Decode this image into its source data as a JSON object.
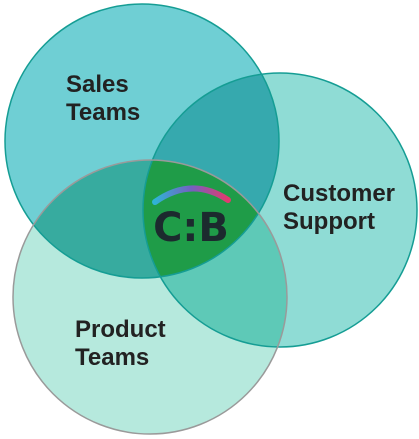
{
  "diagram": {
    "type": "venn",
    "sets": [
      {
        "id": "sales",
        "label_lines": [
          "Sales",
          "Teams"
        ],
        "fill": "#6fcfd4",
        "stroke": "#159d94"
      },
      {
        "id": "customer",
        "label_lines": [
          "Customer",
          "Support"
        ],
        "fill": "#8fdcd5",
        "stroke": "#159d94"
      },
      {
        "id": "product",
        "label_lines": [
          "Product",
          "Teams"
        ],
        "fill": "#b6e9dd",
        "stroke": "#9a9a9a"
      }
    ],
    "overlaps": {
      "sales_customer": "#36a9ae",
      "sales_product": "#37ab9f",
      "customer_product": "#5ec9b7",
      "center": "#1f9c48"
    },
    "center_logo": {
      "text": "C:B",
      "text_color": "#1c2a2e",
      "arc_colors": [
        "#2fb3d6",
        "#7560c0",
        "#e23a6e"
      ]
    }
  }
}
